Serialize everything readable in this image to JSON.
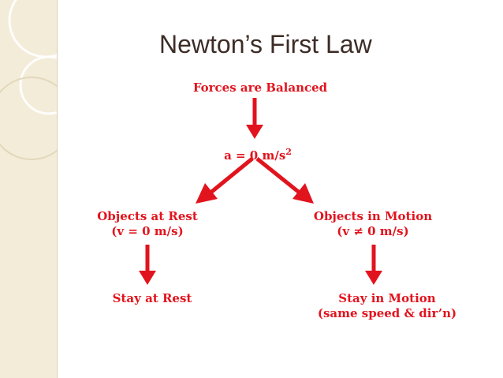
{
  "slide": {
    "title": "Newton’s First Law",
    "colors": {
      "text": "#e1141e",
      "arrow": "#e1141e",
      "title": "#3d2c26",
      "sidebar": "#f3ecd9"
    }
  },
  "diagram": {
    "top": "Forces are Balanced",
    "middle": {
      "prefix": "a = 0 m/s",
      "exponent": "2"
    },
    "left": {
      "line1": "Objects at Rest",
      "line2": "(v = 0 m/s)"
    },
    "right": {
      "line1": "Objects in Motion",
      "line2": "(v ≠ 0 m/s)"
    },
    "bottom_left": "Stay at Rest",
    "bottom_right": {
      "line1": "Stay in Motion",
      "line2": "(same speed & dir’n)"
    }
  }
}
